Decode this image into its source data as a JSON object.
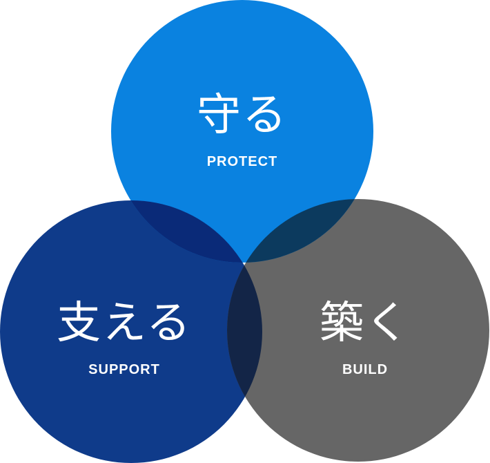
{
  "circles": [
    {
      "id": "protect",
      "title": "守る",
      "subtitle": "PROTECT",
      "color": "#0a82e0"
    },
    {
      "id": "support",
      "title": "支える",
      "subtitle": "SUPPORT",
      "color": "#0f3b8a"
    },
    {
      "id": "build",
      "title": "築く",
      "subtitle": "BUILD",
      "color": "#666666"
    }
  ],
  "overlap_colors": {
    "protect_support": "#0a2a78",
    "protect_build": "#0c3a5e",
    "support_build": "#132547",
    "center": "#0b1a35"
  }
}
